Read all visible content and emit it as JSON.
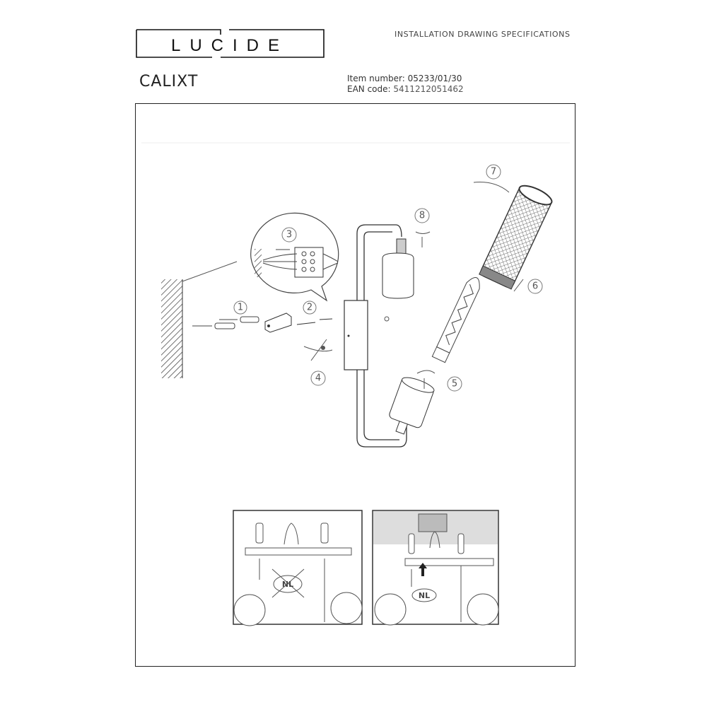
{
  "header": {
    "brand_logo": "LUCIDE",
    "spec_title": "INSTALLATION DRAWING SPECIFICATIONS",
    "product_name": "CALIXT",
    "item_number_label": "Item number:",
    "item_number": "05233/01/30",
    "ean_label": "EAN code:",
    "ean_code": "5411212051462"
  },
  "drawing": {
    "steps": [
      "1",
      "2",
      "3",
      "4",
      "5",
      "6",
      "7",
      "8"
    ]
  },
  "panels": [
    {
      "label": "NL",
      "crossed": true
    },
    {
      "label": "NL",
      "crossed": false
    }
  ]
}
